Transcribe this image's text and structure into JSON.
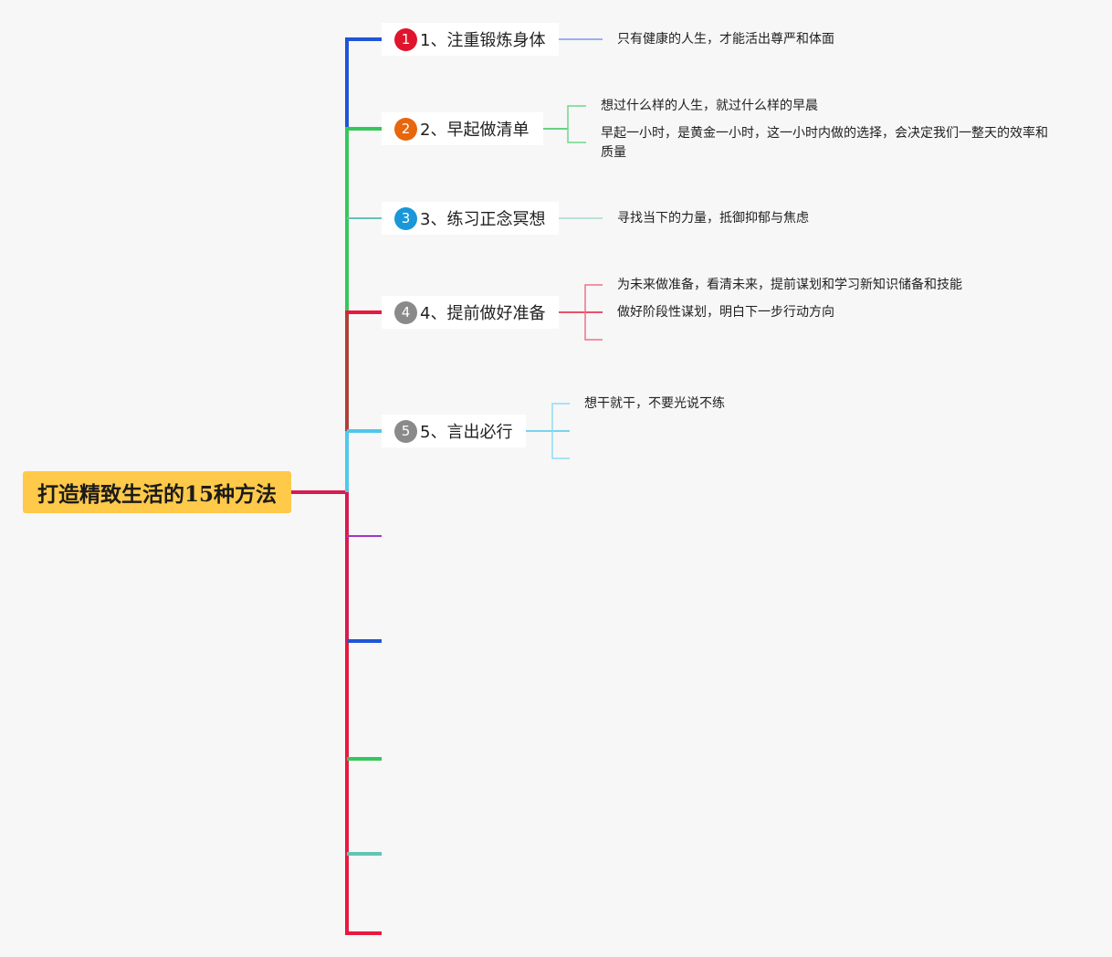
{
  "root": {
    "label": "打造精致生活的15种方法"
  },
  "colors": {
    "background": "#f7f7f7",
    "root_fill": "#ffc94a",
    "red": "#e0142d",
    "orange": "#e8660c",
    "blue_badge": "#1a97d9",
    "gray_badge": "#8a8a8a",
    "blue_line": "#1f55d6",
    "green": "#35c75a",
    "teal": "#62c4b5",
    "crimson": "#e8193f",
    "cyan": "#4fc8ec",
    "purple": "#a335c9",
    "root_line": "#d81b50"
  },
  "topics": [
    {
      "badge": "1",
      "label": "1、注重锻炼身体",
      "badge_color": "#e0142d",
      "leaves": [
        "只有健康的人生，才能活出尊严和体面"
      ]
    },
    {
      "badge": "2",
      "label": "2、早起做清单",
      "badge_color": "#e8660c",
      "leaves": [
        "想过什么样的人生，就过什么样的早晨",
        "早起一小时，是黄金一小时，这一小时内做的选择，会决定我们一整天的效率和质量"
      ]
    },
    {
      "badge": "3",
      "label": "3、练习正念冥想",
      "badge_color": "#1a97d9",
      "leaves": [
        "寻找当下的力量，抵御抑郁与焦虑"
      ]
    },
    {
      "badge": "4",
      "label": "4、提前做好准备",
      "badge_color": "#8a8a8a",
      "leaves": [
        "为未来做准备，看清未来，提前谋划和学习新知识储备和技能",
        "做好阶段性谋划，明白下一步行动方向"
      ]
    },
    {
      "badge": "5",
      "label": "5、言出必行",
      "badge_color": "#8a8a8a",
      "leaves": [
        "想干就干，不要光说不练"
      ]
    }
  ]
}
